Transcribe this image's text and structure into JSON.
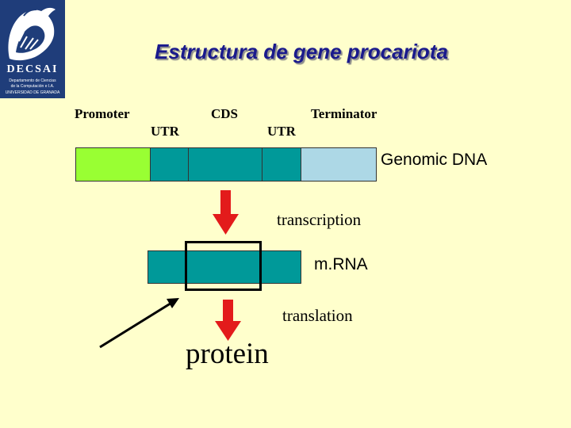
{
  "title": "Estructura de gene procariota",
  "logo": {
    "name": "DECSAI",
    "line1": "Departamento de Ciencias",
    "line2": "de la Computación e I.A.",
    "line3": "UNIVERSIDAD DE GRANADA"
  },
  "labels": {
    "promoter": "Promoter",
    "cds": "CDS",
    "terminator": "Terminator",
    "utr_left": "UTR",
    "utr_right": "UTR",
    "genomic_dna": "Genomic DNA",
    "transcription": "transcription",
    "mrna": "m.RNA",
    "translation": "translation",
    "protein": "protein"
  },
  "colors": {
    "background": "#FFFFCC",
    "title": "#1A1A8C",
    "promoter": "#99FF33",
    "coding": "#009999",
    "terminator": "#ADD8E6",
    "arrow": "#E31B1B"
  }
}
